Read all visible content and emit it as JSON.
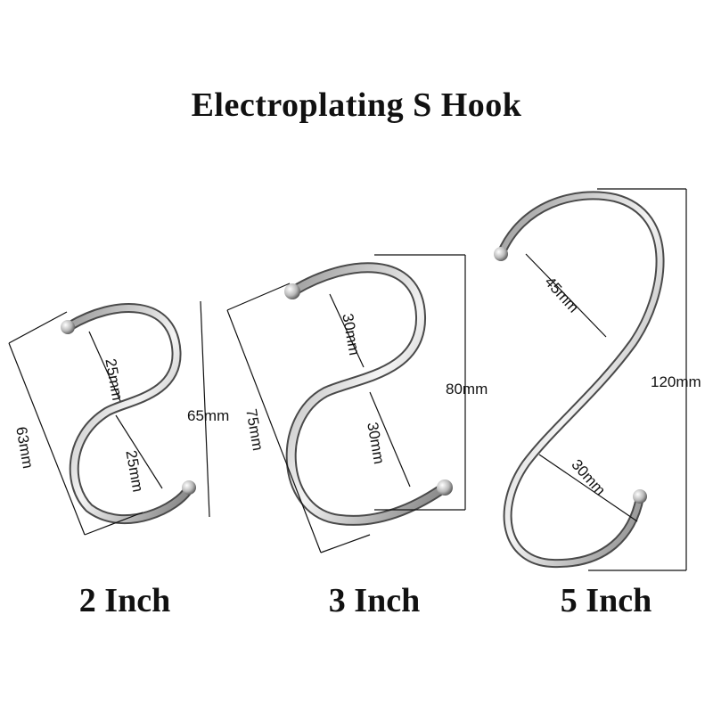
{
  "title": "Electroplating S Hook",
  "hooks": [
    {
      "label": "2 Inch",
      "dims": {
        "top_inner": "25mm",
        "bottom_inner": "25mm",
        "width": "63mm",
        "height": "65mm"
      }
    },
    {
      "label": "3 Inch",
      "dims": {
        "top_inner": "30mm",
        "bottom_inner": "30mm",
        "width": "75mm",
        "height": "80mm"
      }
    },
    {
      "label": "5 Inch",
      "dims": {
        "top_inner": "45mm",
        "bottom_inner": "30mm",
        "height": "120mm"
      }
    }
  ],
  "colors": {
    "metal_dark": "#555555",
    "metal_light": "#f2f2f2",
    "text": "#111111"
  }
}
